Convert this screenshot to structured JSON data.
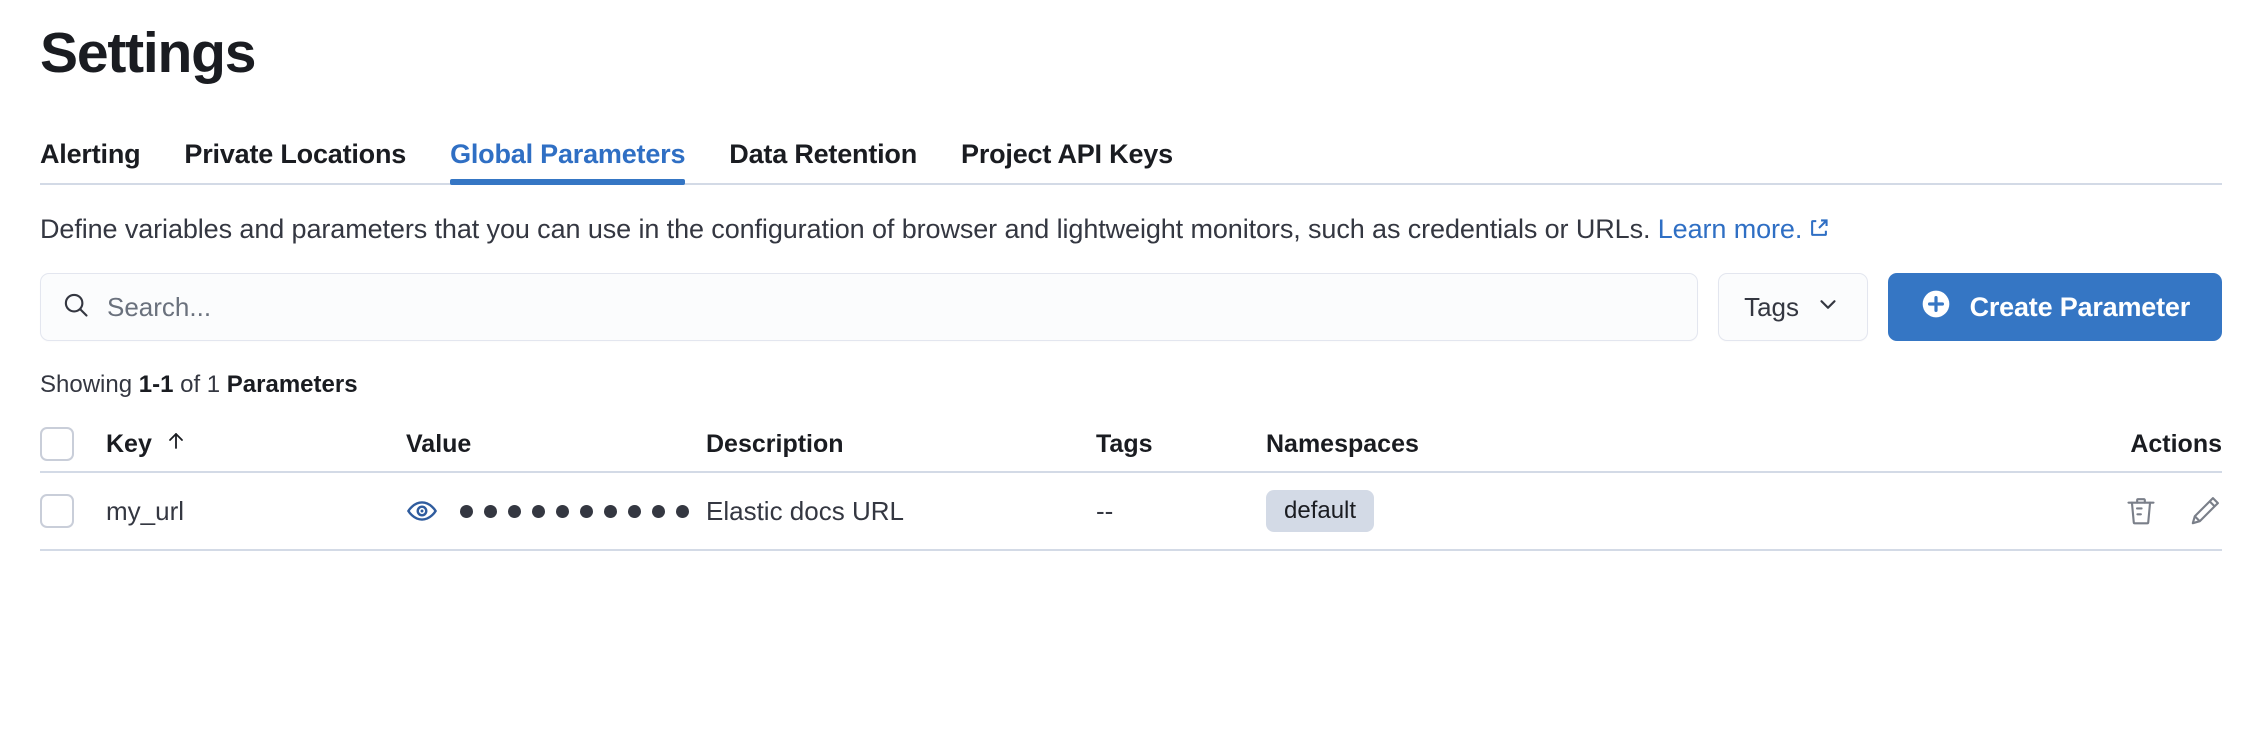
{
  "header": {
    "title": "Settings"
  },
  "tabs": [
    {
      "label": "Alerting",
      "active": false
    },
    {
      "label": "Private Locations",
      "active": false
    },
    {
      "label": "Global Parameters",
      "active": true
    },
    {
      "label": "Data Retention",
      "active": false
    },
    {
      "label": "Project API Keys",
      "active": false
    }
  ],
  "description": {
    "text": "Define variables and parameters that you can use in the configuration of browser and lightweight monitors, such as credentials or URLs. ",
    "link_text": "Learn more.",
    "link_icon": "external-link-icon"
  },
  "controls": {
    "search": {
      "placeholder": "Search...",
      "value": "",
      "icon": "search-icon"
    },
    "tags_filter": {
      "label": "Tags",
      "icon": "chevron-down-icon"
    },
    "create_button": {
      "label": "Create Parameter",
      "icon": "plus-circle-icon"
    }
  },
  "results_summary": {
    "prefix": "Showing ",
    "range": "1-1",
    "middle": " of 1 ",
    "noun": "Parameters"
  },
  "table": {
    "columns": [
      {
        "key": "key",
        "label": "Key",
        "sort_icon": "arrow-up-icon"
      },
      {
        "key": "value",
        "label": "Value"
      },
      {
        "key": "description",
        "label": "Description"
      },
      {
        "key": "tags",
        "label": "Tags"
      },
      {
        "key": "namespaces",
        "label": "Namespaces"
      },
      {
        "key": "actions",
        "label": "Actions"
      }
    ],
    "rows": [
      {
        "key": "my_url",
        "value_masked_dots": 10,
        "value_reveal_icon": "eye-icon",
        "description": "Elastic docs URL",
        "tags": "--",
        "namespaces": "default",
        "actions": [
          "trash-icon",
          "pencil-icon"
        ]
      }
    ]
  },
  "colors": {
    "accent": "#3576c4",
    "link": "#2f6fc4",
    "text": "#343741",
    "heading": "#1a1c21",
    "border": "#d3dae6",
    "badge_bg": "#d3dae6",
    "icon_gray": "#7a7f89"
  }
}
